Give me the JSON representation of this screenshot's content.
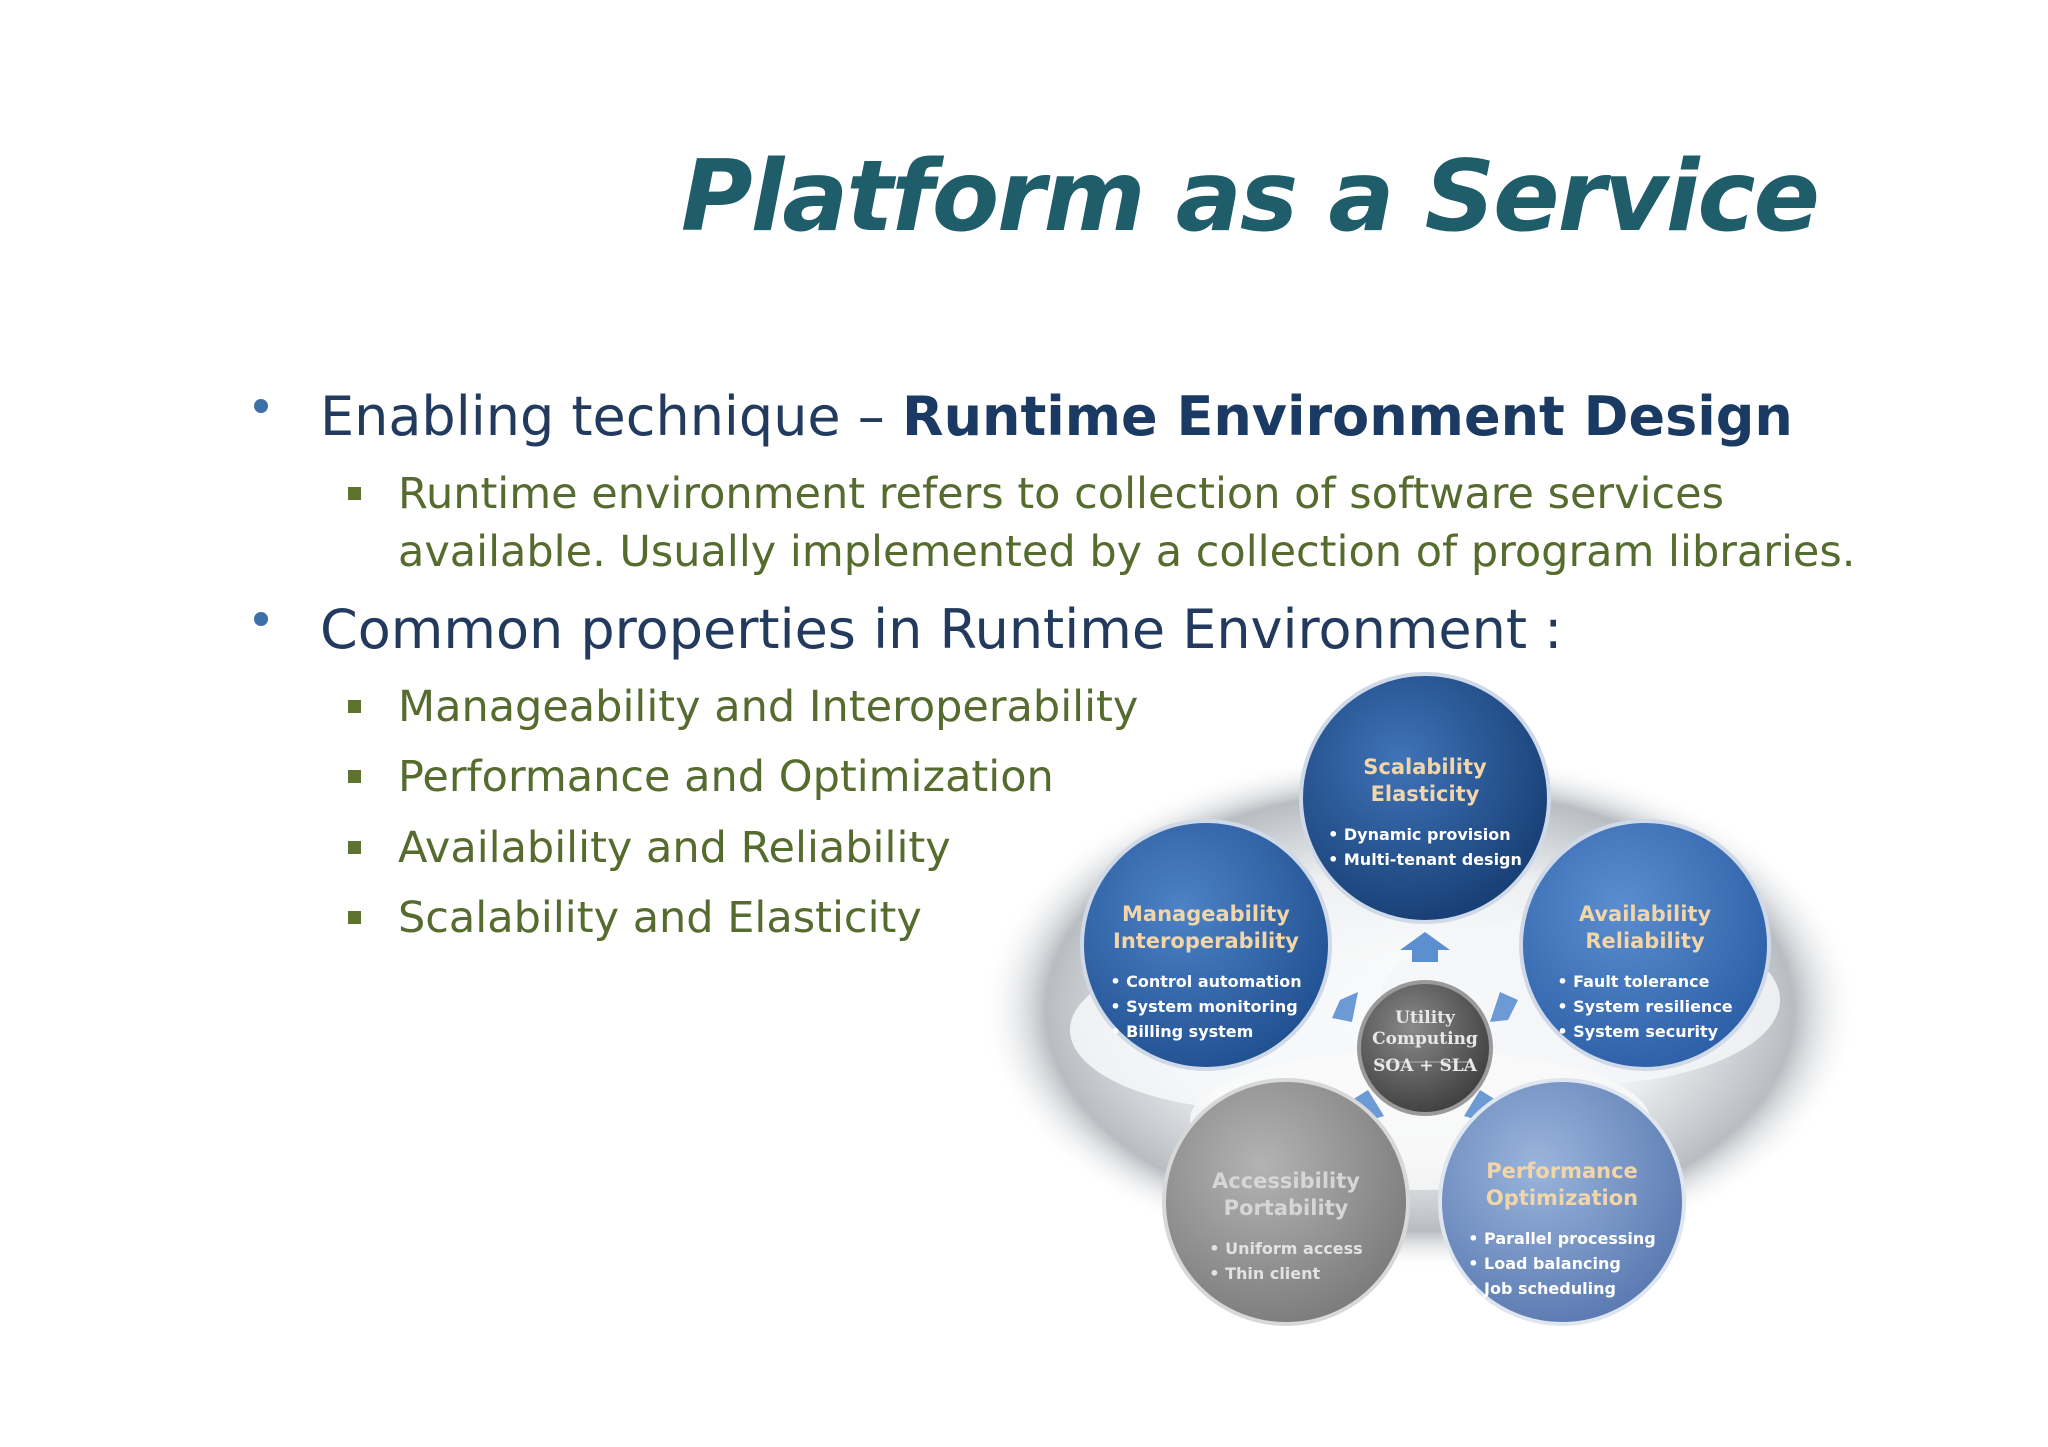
{
  "slide": {
    "title": "Platform as a Service",
    "bullet1": {
      "prefix": "Enabling technique – ",
      "bold": "Runtime Environment Design"
    },
    "sub1": {
      "line1": "Runtime environment refers to collection of software services",
      "line2": "available. Usually implemented by a collection of program libraries."
    },
    "bullet2": "Common properties in Runtime Environment :",
    "properties": [
      "Manageability and Interoperability",
      "Performance and Optimization",
      "Availability and Reliability",
      "Scalability and Elasticity"
    ]
  },
  "diagram": {
    "center": {
      "line1": "Utility",
      "line2": "Computing",
      "line3": "SOA + SLA"
    },
    "circles": {
      "scalability": {
        "head1": "Scalability",
        "head2": "Elasticity",
        "items": [
          "Dynamic provision",
          "Multi-tenant design"
        ],
        "color": "#1f4f8a"
      },
      "manageability": {
        "head1": "Manageability",
        "head2": "Interoperability",
        "items": [
          "Control automation",
          "System monitoring",
          "Billing system"
        ],
        "color": "#2d64a8"
      },
      "availability": {
        "head1": "Availability",
        "head2": "Reliability",
        "items": [
          "Fault tolerance",
          "System resilience",
          "System security"
        ],
        "color": "#3a6fb5"
      },
      "accessibility": {
        "head1": "Accessibility",
        "head2": "Portability",
        "items": [
          "Uniform access",
          "Thin client"
        ],
        "color": "#8c8c8c"
      },
      "performance": {
        "head1": "Performance",
        "head2": "Optimization",
        "items": [
          "Parallel processing",
          "Load balancing",
          "Job scheduling"
        ],
        "color": "#6f8fc0"
      }
    },
    "head_color": "#f3d6a8"
  }
}
